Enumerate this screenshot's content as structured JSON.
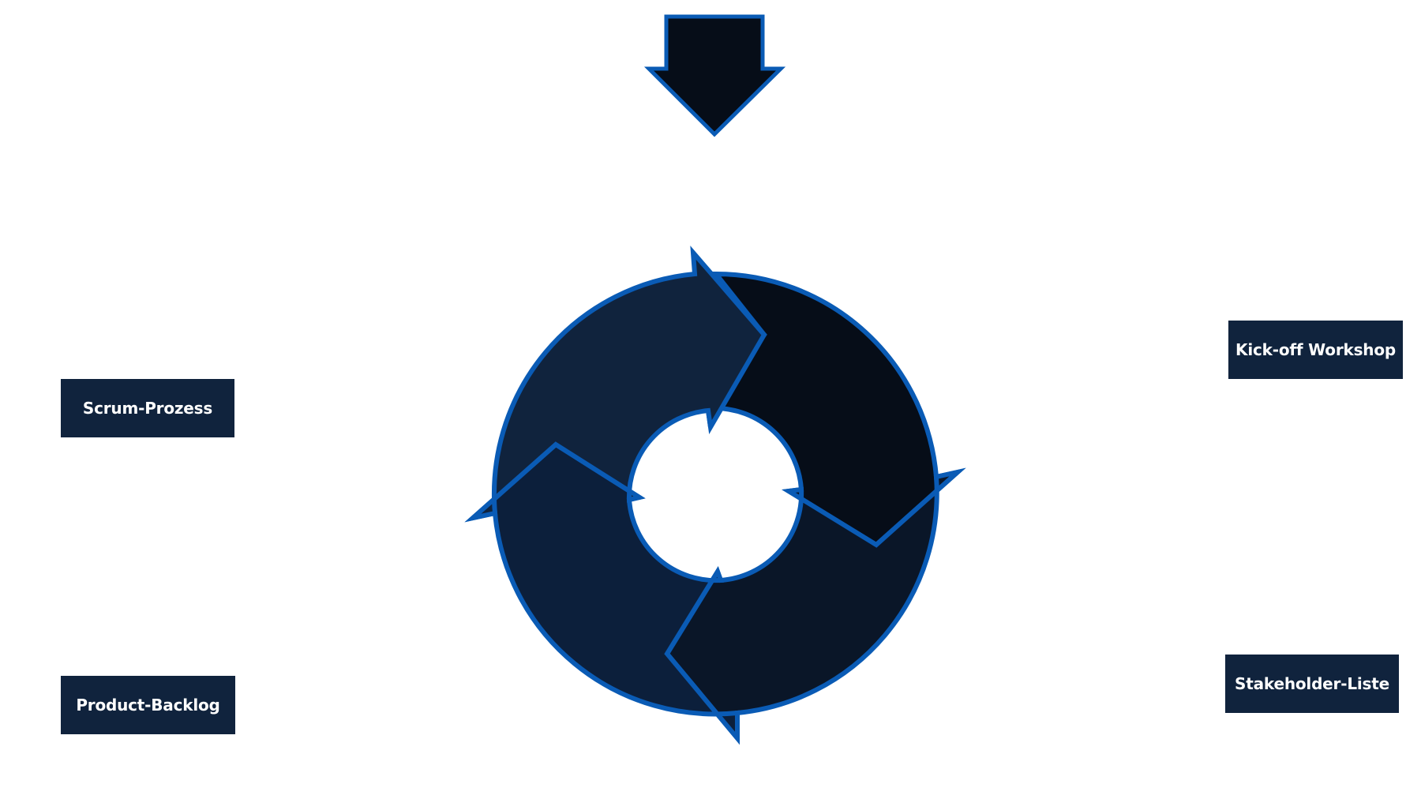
{
  "diagram": {
    "labels": {
      "scrum_prozess": "Scrum-Prozess",
      "product_backlog": "Product-Backlog",
      "kickoff_workshop": "Kick-off Workshop",
      "stakeholder_liste": "Stakeholder-Liste"
    },
    "colors": {
      "outline": "#0a5bb5",
      "arrow_down": "#060d18",
      "segment_top_left": "#10233d",
      "segment_top_right": "#060d18",
      "segment_bottom_right": "#0a1628",
      "segment_bottom_left": "#0c1f3b",
      "label_bg": "#10233d",
      "label_text": "#ffffff"
    },
    "icons": {
      "top_arrow": "down-arrow-icon",
      "cycle": "circular-arrows-icon"
    }
  }
}
